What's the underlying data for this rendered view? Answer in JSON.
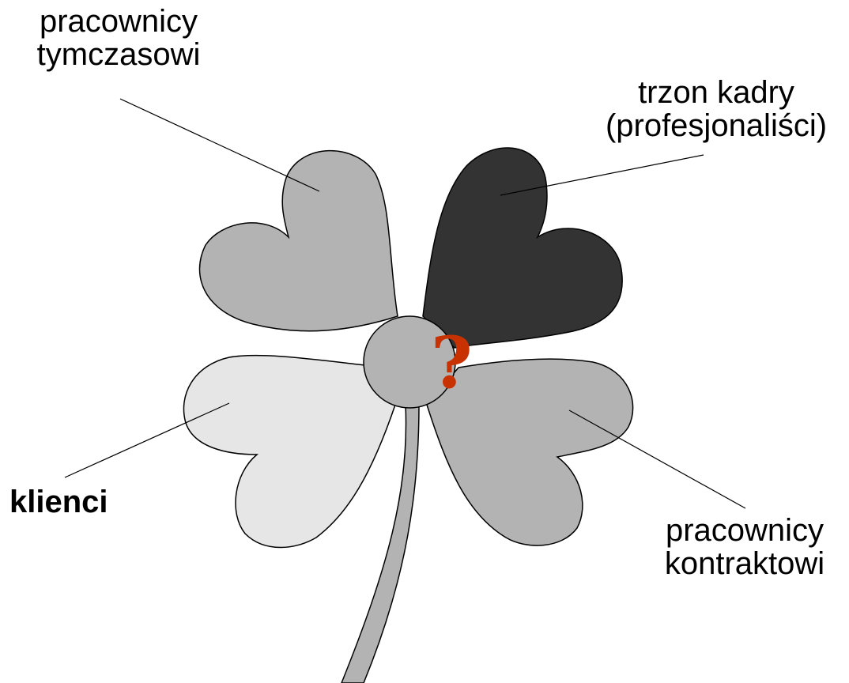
{
  "labels": {
    "temporary_workers": [
      "pracownicy",
      "tymczasowi"
    ],
    "core_staff": [
      "trzon kadry",
      "(profesjonaliści)"
    ],
    "clients": "klienci",
    "contract_workers": [
      "pracownicy",
      "kontraktowi"
    ]
  },
  "center_symbol": "?",
  "colors": {
    "temporary_leaf": "#b3b3b3",
    "core_leaf": "#333333",
    "clients_leaf": "#e6e6e6",
    "contract_leaf": "#b3b3b3",
    "center": "#b3b3b3",
    "stem": "#b3b3b3",
    "outline": "#000000",
    "question_mark": "#c83200"
  }
}
